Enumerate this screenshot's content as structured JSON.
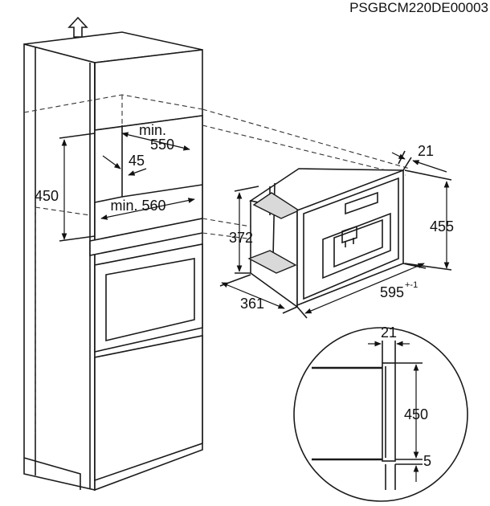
{
  "drawing_code": "PSGBCM220DE00003",
  "cabinet": {
    "opening_height": "450",
    "min_width": "min.",
    "min_width_value": "550",
    "depth_offset": "45",
    "min_depth": "min. 560"
  },
  "appliance": {
    "side_depth": "21",
    "front_height": "455",
    "body_height": "372",
    "body_depth": "361",
    "front_width": "595",
    "front_width_tolerance": "+-1"
  },
  "detail": {
    "panel_thickness": "21",
    "opening_height": "450",
    "gap": "5"
  }
}
